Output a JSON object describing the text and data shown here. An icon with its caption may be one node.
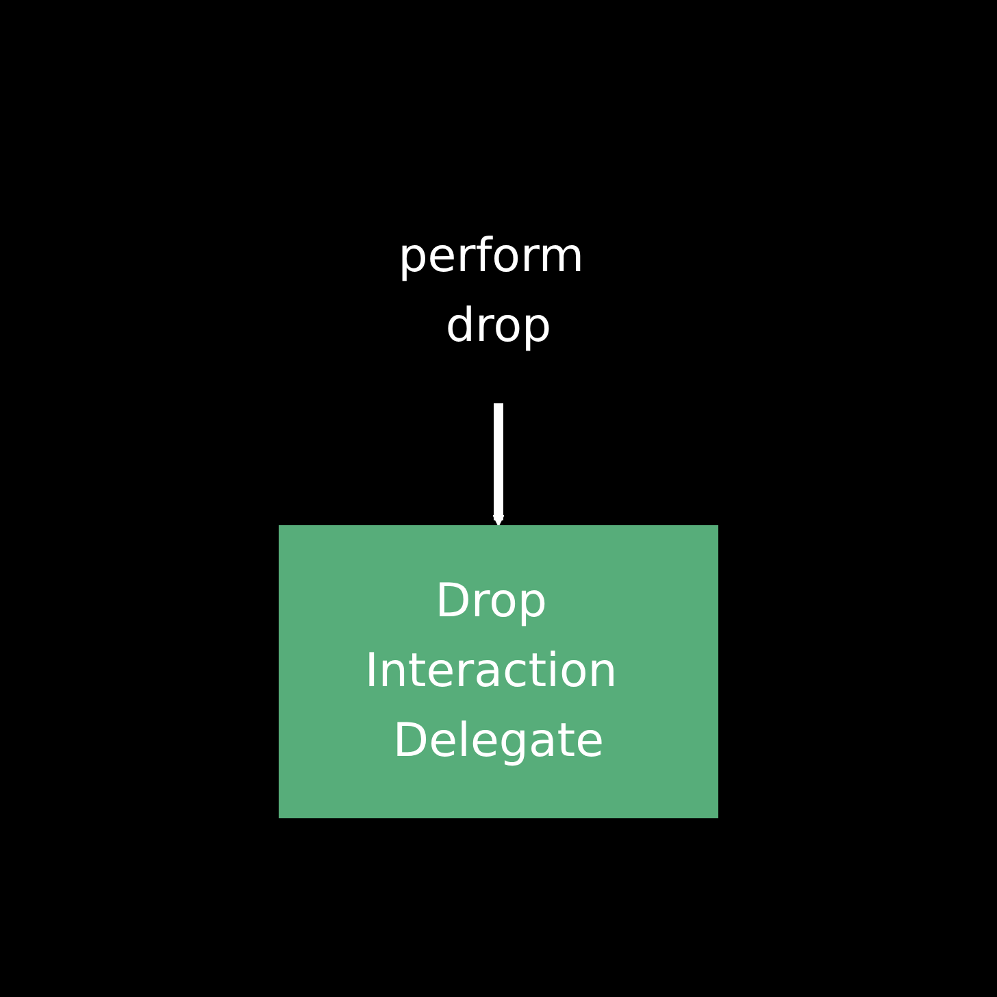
{
  "diagram": {
    "nodes": [
      {
        "text": [
          "perform drop"
        ]
      },
      {
        "text": [
          "Drop Interaction Delegate"
        ]
      }
    ],
    "edges": [
      {
        "from": 0,
        "to": 1,
        "arrow": "to"
      }
    ]
  }
}
